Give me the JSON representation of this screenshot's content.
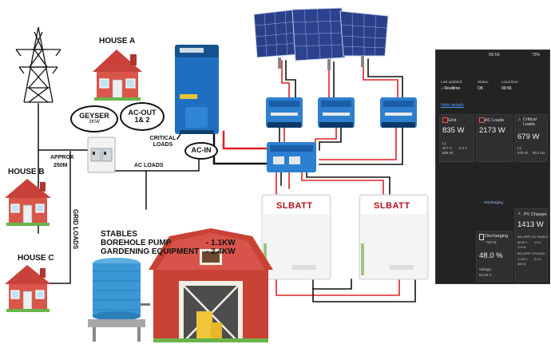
{
  "labels": {
    "house_a": "HOUSE A",
    "house_b": "HOUSE B",
    "house_c": "HOUSE C",
    "geyser": "GEYSER",
    "geyser_power": "3KW",
    "ac_out": "AC-OUT 1& 2",
    "critical_loads": "CRITICAL LOADS",
    "ac_in": "AC-IN",
    "approx": "APPROX",
    "distance": "250M",
    "ac_loads": "AC LOADS",
    "grid_loads": "GRID LOADS",
    "stables": "STABLES",
    "borehole_pump": "BOREHOLE PUMP",
    "borehole_power": "- 1.1KW",
    "gardening_equipment": "GARDENING EQUIPMENT",
    "gardening_power": "- 2.4KW",
    "battery_brand_1": "SLBATT",
    "battery_brand_2": "SLBATT"
  },
  "phone": {
    "time_top": "09:56",
    "battery_top": "73%",
    "last_updated_label": "Last updated:",
    "last_updated_value": "Realtime",
    "status_label": "Status:",
    "status_value": "OK",
    "local_time_label": "Local time:",
    "local_time_value": "09:56",
    "hide_details": "Hide details",
    "grid": {
      "title": "Grid",
      "value": "835 W",
      "phase": "L1",
      "volts": "217 V",
      "amps": "6.2 A",
      "watts": "835 W"
    },
    "ac_loads": {
      "title": "AC Loads",
      "value": "2173 W"
    },
    "critical_loads": {
      "title": "Critical Loads",
      "value": "679 W",
      "phase": "L1",
      "watts": "679 W",
      "hz": "50.1 Hz"
    },
    "inverter_state": "Discharging",
    "pv_charger": {
      "title": "PV Charger",
      "value": "1413 W",
      "line1": "B24-MPPT-HV PANELS",
      "line2a": "68.36 V",
      "line2b": "4.0 A",
      "line3": "274 W",
      "line4": "B24-MPPT-GROUND",
      "line5a": "71.33 V",
      "line5b": "8.1 A",
      "line6": "580 W"
    },
    "battery": {
      "title": "Discharging",
      "watts": "-723 W",
      "soc": "48.0 %",
      "voltage_label": "Voltage",
      "voltage": "52.83 V"
    }
  }
}
